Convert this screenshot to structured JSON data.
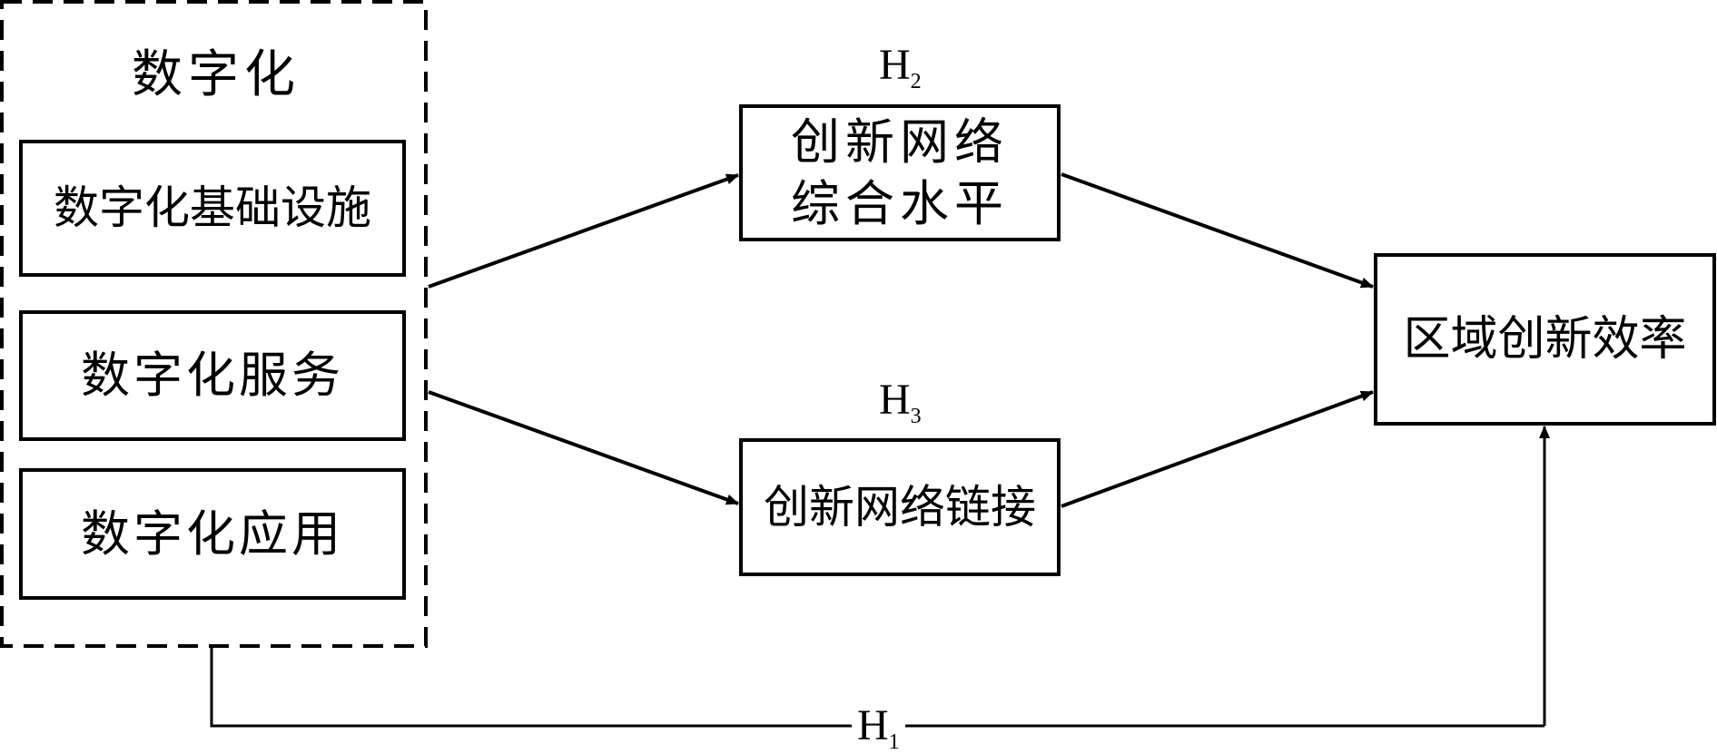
{
  "group": {
    "title": "数字化",
    "items": [
      "数字化基础设施",
      "数字化服务",
      "数字化应用"
    ]
  },
  "mediators": {
    "top_line1": "创新网络",
    "top_line2": "综合水平",
    "bottom": "创新网络链接"
  },
  "outcome": "区域创新效率",
  "hypotheses": {
    "h1": {
      "letter": "H",
      "sub": "1"
    },
    "h2": {
      "letter": "H",
      "sub": "2"
    },
    "h3": {
      "letter": "H",
      "sub": "3"
    }
  },
  "colors": {
    "stroke": "#000000",
    "background": "#ffffff"
  }
}
